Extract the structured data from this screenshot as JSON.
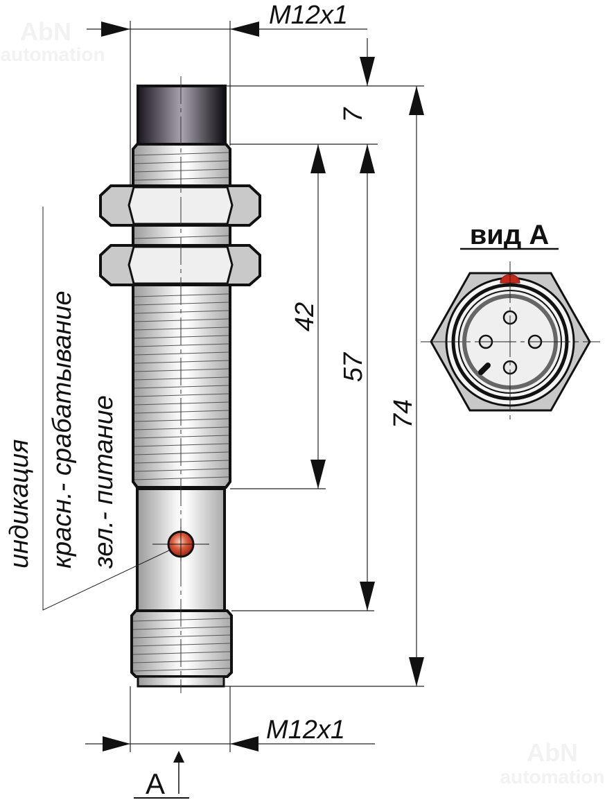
{
  "watermark": {
    "line1": "AbN",
    "line2": "automation"
  },
  "dimensions": {
    "thread_top": "M12x1",
    "thread_bottom": "M12x1",
    "head_length": "7",
    "thread_length": "42",
    "body_length": "57",
    "total_length": "74"
  },
  "view": {
    "title": "вид A",
    "arrow_label": "A"
  },
  "indication": {
    "title": "индикация",
    "red": "красн.- срабатывание",
    "green": "зел.- питание"
  },
  "colors": {
    "led_red": "#c8321e",
    "outline": "#1a1a1a",
    "metal": "#d9d9d9",
    "cap": "#2a2530"
  }
}
